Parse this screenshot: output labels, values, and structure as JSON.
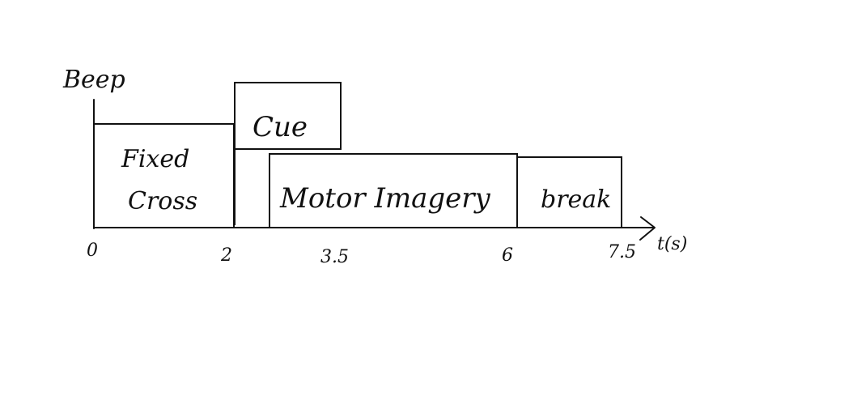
{
  "diagram": {
    "y_label": "Beep",
    "x_label": "t(s)",
    "ticks": [
      "0",
      "2",
      "3.5",
      "6",
      "7.5"
    ],
    "phases": [
      {
        "label_line1": "Fixed",
        "label_line2": "Cross"
      },
      {
        "label_line1": "Cue"
      },
      {
        "label_line1": "Motor Imagery"
      },
      {
        "label_line1": "break"
      }
    ]
  }
}
